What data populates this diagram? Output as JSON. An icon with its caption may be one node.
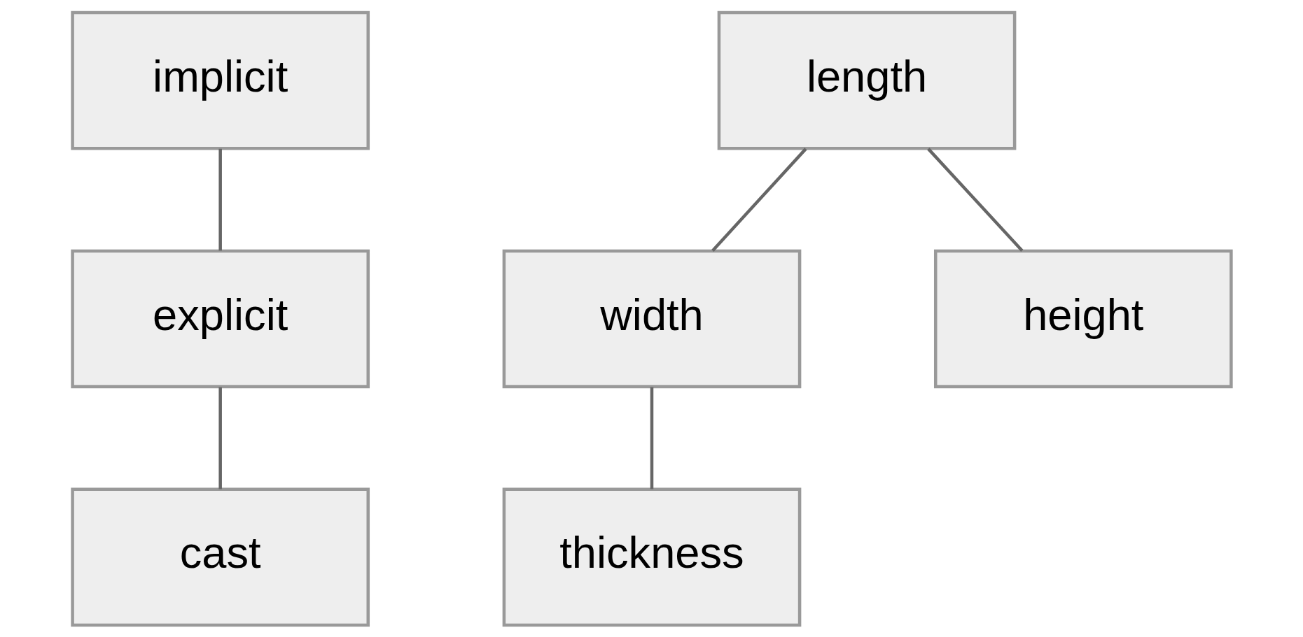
{
  "diagram": {
    "nodes": [
      {
        "text": [
          "implicit"
        ]
      },
      {
        "text": [
          "explicit"
        ]
      },
      {
        "text": [
          "cast"
        ]
      },
      {
        "text": [
          "length"
        ]
      },
      {
        "text": [
          "width"
        ]
      },
      {
        "text": [
          "height"
        ]
      },
      {
        "text": [
          "thickness"
        ]
      }
    ],
    "edges": [
      {
        "from": 0,
        "to": 1,
        "arrow": "none"
      },
      {
        "from": 1,
        "to": 2,
        "arrow": "none"
      },
      {
        "from": 3,
        "to": 4,
        "arrow": "none"
      },
      {
        "from": 3,
        "to": 5,
        "arrow": "none"
      },
      {
        "from": 4,
        "to": 6,
        "arrow": "none"
      }
    ]
  }
}
